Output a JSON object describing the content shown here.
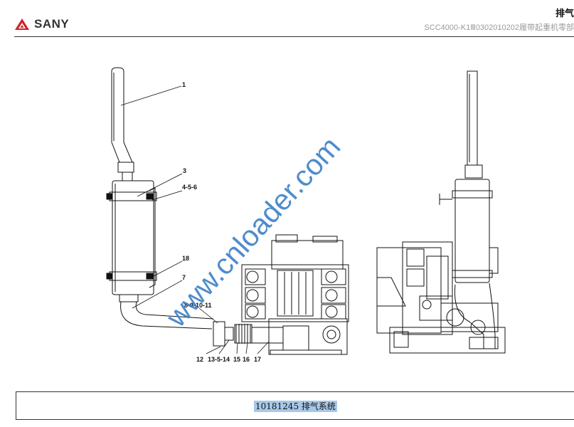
{
  "header": {
    "brand": "SANY",
    "title": "排气",
    "subtitle": "SCC4000-K1Ⅲ0302010202履带起重机零部"
  },
  "watermark": "www.cnloader.com",
  "callouts": [
    "1",
    "3",
    "4-5-6",
    "18",
    "7",
    "8-9-10-11",
    "12",
    "13-5-14",
    "15",
    "16",
    "17"
  ],
  "footer": {
    "label": "10181245 排气系统"
  },
  "colors": {
    "brand_red": "#d4202a",
    "watermark_blue": "#3a7fc8",
    "highlight": "#a8c8e8"
  }
}
